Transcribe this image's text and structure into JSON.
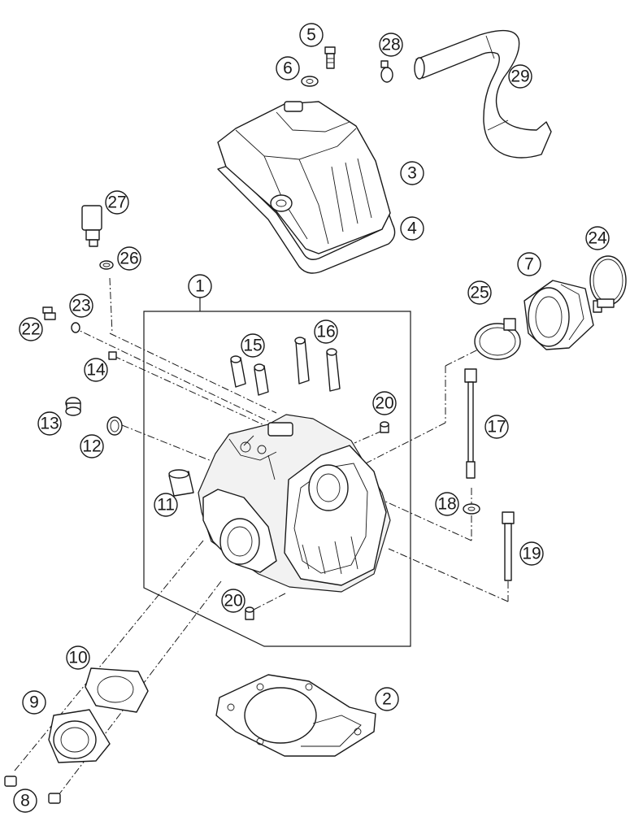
{
  "diagram": {
    "background": "#ffffff",
    "line_color": "#1a1a1a",
    "callouts": [
      {
        "id": "c1",
        "number": "1"
      },
      {
        "id": "c2",
        "number": "2"
      },
      {
        "id": "c3",
        "number": "3"
      },
      {
        "id": "c4",
        "number": "4"
      },
      {
        "id": "c5",
        "number": "5"
      },
      {
        "id": "c6",
        "number": "6"
      },
      {
        "id": "c7",
        "number": "7"
      },
      {
        "id": "c8",
        "number": "8"
      },
      {
        "id": "c9",
        "number": "9"
      },
      {
        "id": "c10",
        "number": "10"
      },
      {
        "id": "c11",
        "number": "11"
      },
      {
        "id": "c12",
        "number": "12"
      },
      {
        "id": "c13",
        "number": "13"
      },
      {
        "id": "c14",
        "number": "14"
      },
      {
        "id": "c15",
        "number": "15"
      },
      {
        "id": "c16",
        "number": "16"
      },
      {
        "id": "c17",
        "number": "17"
      },
      {
        "id": "c18",
        "number": "18"
      },
      {
        "id": "c19",
        "number": "19"
      },
      {
        "id": "c20a",
        "number": "20"
      },
      {
        "id": "c20b",
        "number": "20"
      },
      {
        "id": "c22",
        "number": "22"
      },
      {
        "id": "c23",
        "number": "23"
      },
      {
        "id": "c24",
        "number": "24"
      },
      {
        "id": "c25",
        "number": "25"
      },
      {
        "id": "c26",
        "number": "26"
      },
      {
        "id": "c27",
        "number": "27"
      },
      {
        "id": "c28",
        "number": "28"
      },
      {
        "id": "c29",
        "number": "29"
      }
    ]
  }
}
